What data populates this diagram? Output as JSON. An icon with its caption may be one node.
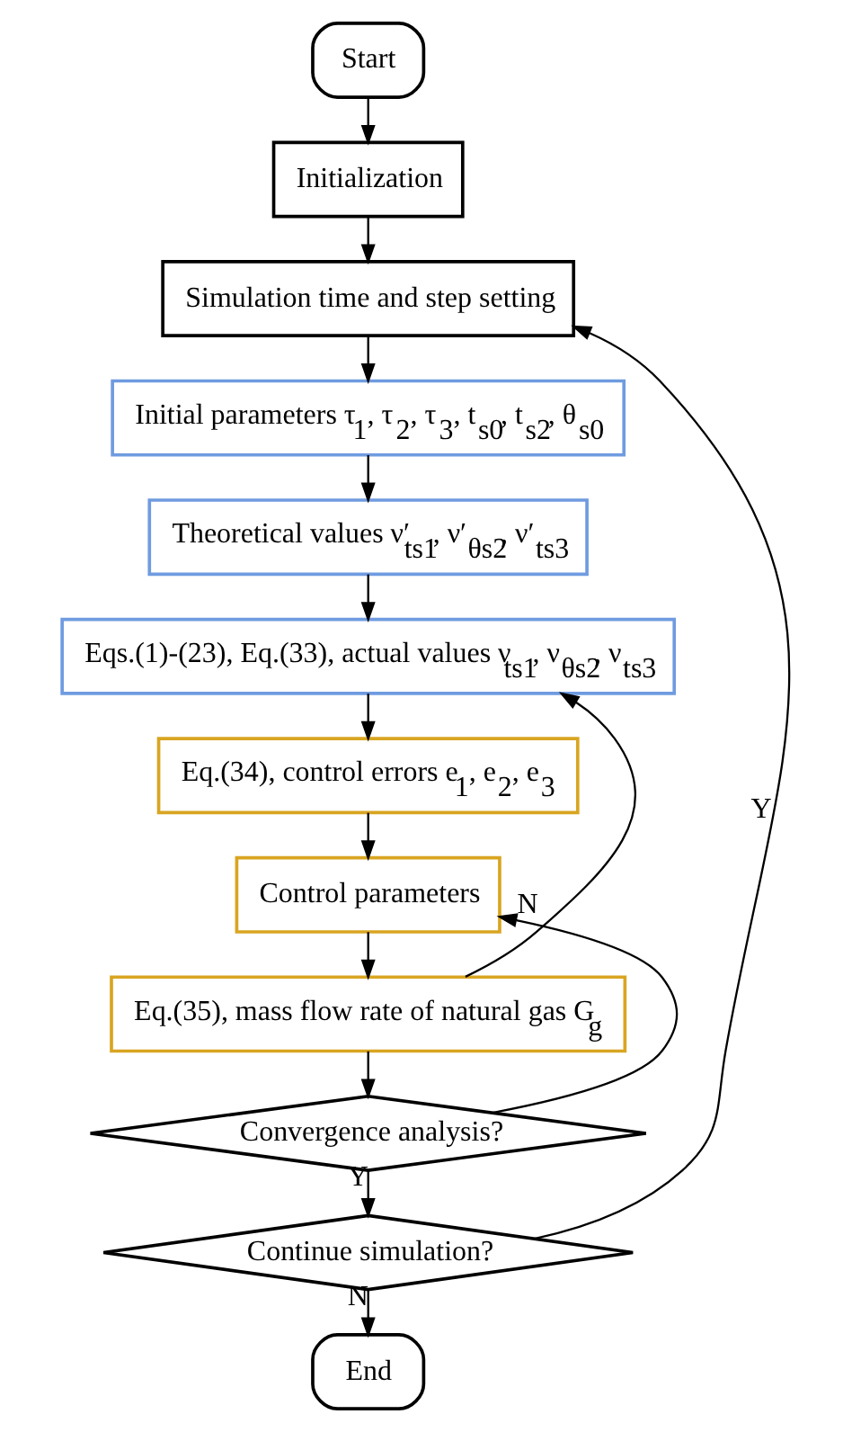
{
  "diagram": {
    "nodes": [
      {
        "text": [
          "Start"
        ]
      },
      {
        "text": [
          "Initialization"
        ]
      },
      {
        "text": [
          "Simulation time and step setting"
        ]
      },
      {
        "text": [
          "Initial parameters τ$_{1}$, τ$_{2}$, τ$_{3}$, t$_{s0}$, t$_{s2}$, θ$_{s0}$"
        ]
      },
      {
        "text": [
          "Theoretical values ν′$_{ts1}$, ν′$_{θs2}$, ν′$_{ts3}$"
        ]
      },
      {
        "text": [
          "Eqs.(1)-(23), Eq.(33), actual values ν$_{ts1}$, ν$_{θs2}$, ν$_{ts3}$"
        ]
      },
      {
        "text": [
          "Eq.(34), control errors e$_{1}$, e$_{2}$, e$_{3}$"
        ]
      },
      {
        "text": [
          "Control parameters"
        ]
      },
      {
        "text": [
          "Eq.(35), mass flow rate of natural gas G$_{g}$"
        ]
      },
      {
        "text": [
          "Convergence analysis?"
        ]
      },
      {
        "text": [
          "Continue simulation?"
        ]
      },
      {
        "text": [
          "End"
        ]
      }
    ],
    "edges": [
      {
        "from": 0,
        "to": 1,
        "arrow": "to"
      },
      {
        "from": 1,
        "to": 2,
        "arrow": "to"
      },
      {
        "from": 2,
        "to": 3,
        "arrow": "to"
      },
      {
        "from": 3,
        "to": 4,
        "arrow": "to"
      },
      {
        "from": 4,
        "to": 5,
        "arrow": "to"
      },
      {
        "from": 5,
        "to": 6,
        "arrow": "to"
      },
      {
        "from": 6,
        "to": 7,
        "arrow": "to"
      },
      {
        "from": 7,
        "to": 8,
        "arrow": "to"
      },
      {
        "from": 8,
        "to": 9,
        "arrow": "to"
      },
      {
        "from": 8,
        "to": 5,
        "arrow": "to"
      },
      {
        "from": 9,
        "to": 7,
        "arrow": "to",
        "label": "N"
      },
      {
        "from": 9,
        "to": 10,
        "arrow": "to",
        "label": "Y"
      },
      {
        "from": 10,
        "to": 2,
        "arrow": "to",
        "label": "Y"
      },
      {
        "from": 10,
        "to": 11,
        "arrow": "to",
        "label": "N"
      }
    ]
  }
}
